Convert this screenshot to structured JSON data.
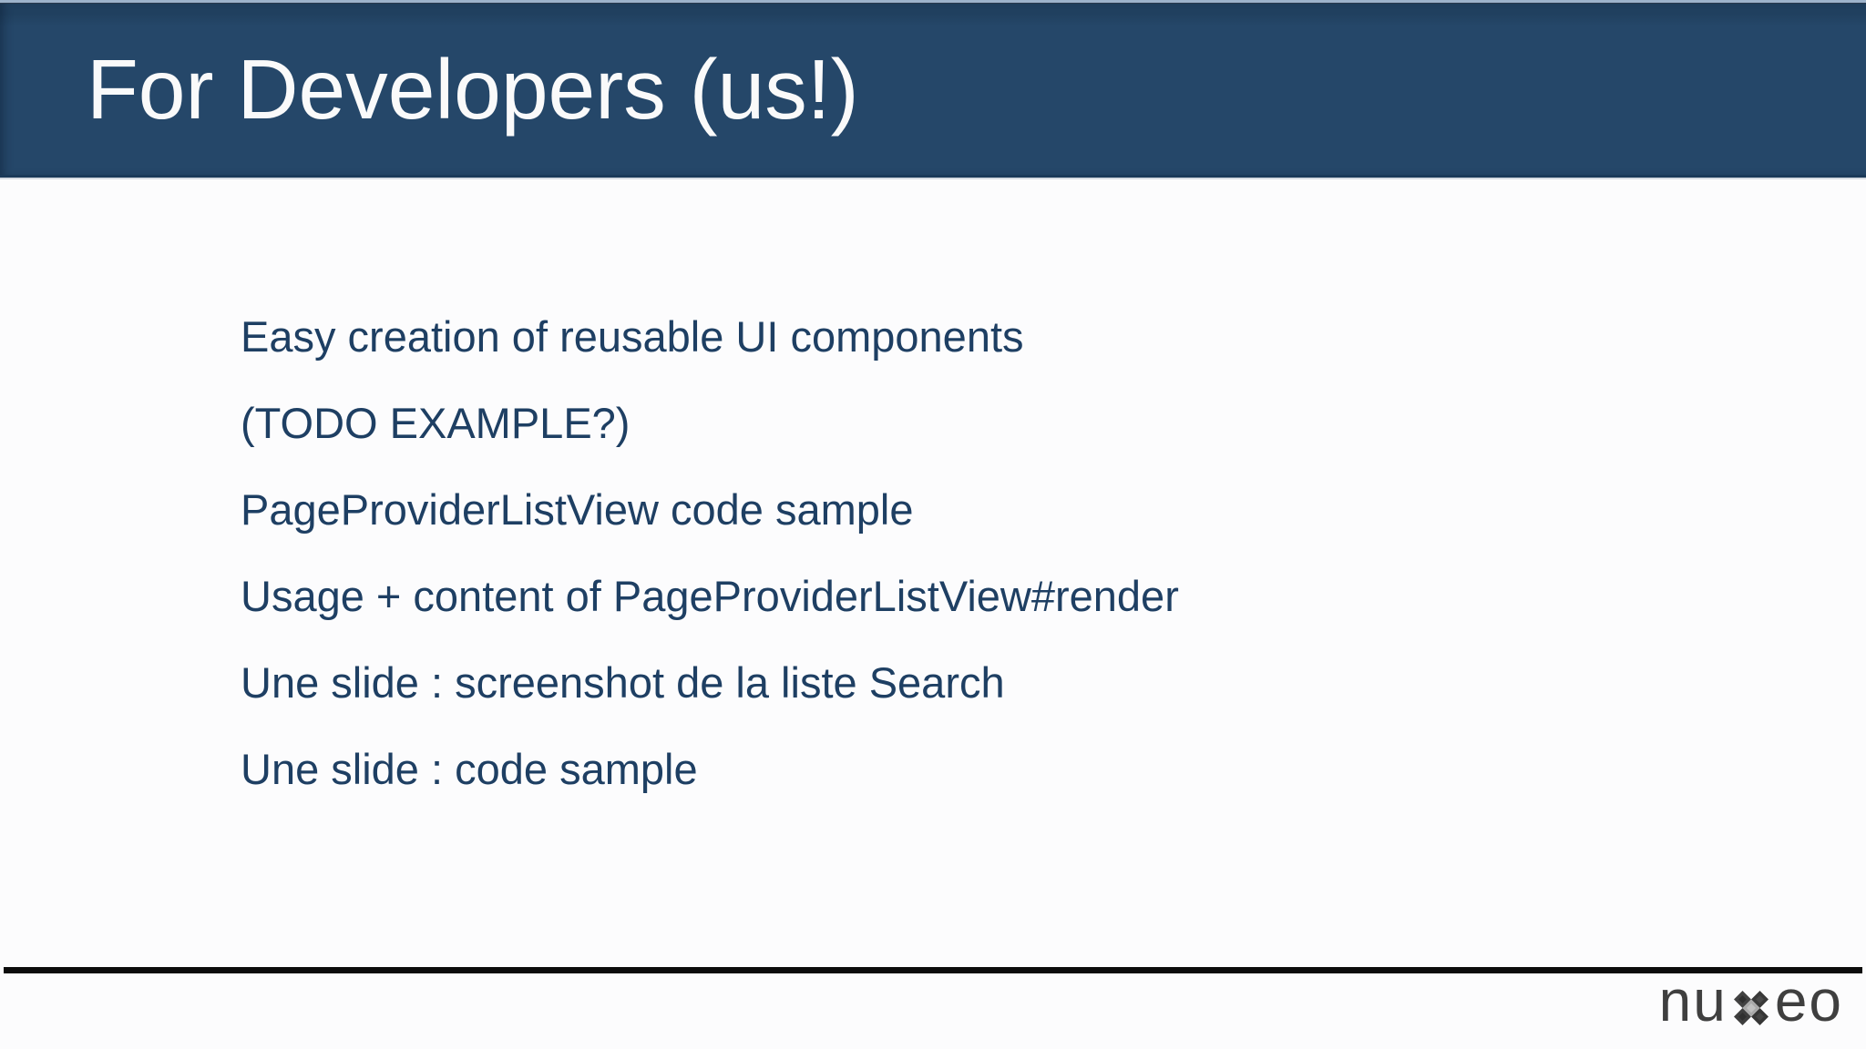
{
  "slide": {
    "header": {
      "title": "For Developers (us!)"
    },
    "body": {
      "lines": [
        "Easy creation of reusable UI components",
        "(TODO EXAMPLE?)",
        "PageProviderListView code sample",
        "Usage + content of PageProviderListView#render",
        "Une slide : screenshot de la liste Search",
        "Une slide : code sample"
      ]
    },
    "footer": {
      "logo": {
        "name": "nuxeo",
        "text_before_x": "nu",
        "text_after_x": "eo"
      }
    },
    "colors": {
      "header_background": "#254769",
      "header_border_dark": "#1b3a59",
      "header_top_highlight": "#9db3cb",
      "title_text": "#fafafa",
      "body_text": "#1e3f63",
      "footer_rule": "#0c0c0c",
      "logo_text": "#3f3f3f",
      "logo_x_dark": "#3b3b3b",
      "logo_x_light": "#a9a9a9",
      "page_background": "#fcfcfd"
    }
  }
}
